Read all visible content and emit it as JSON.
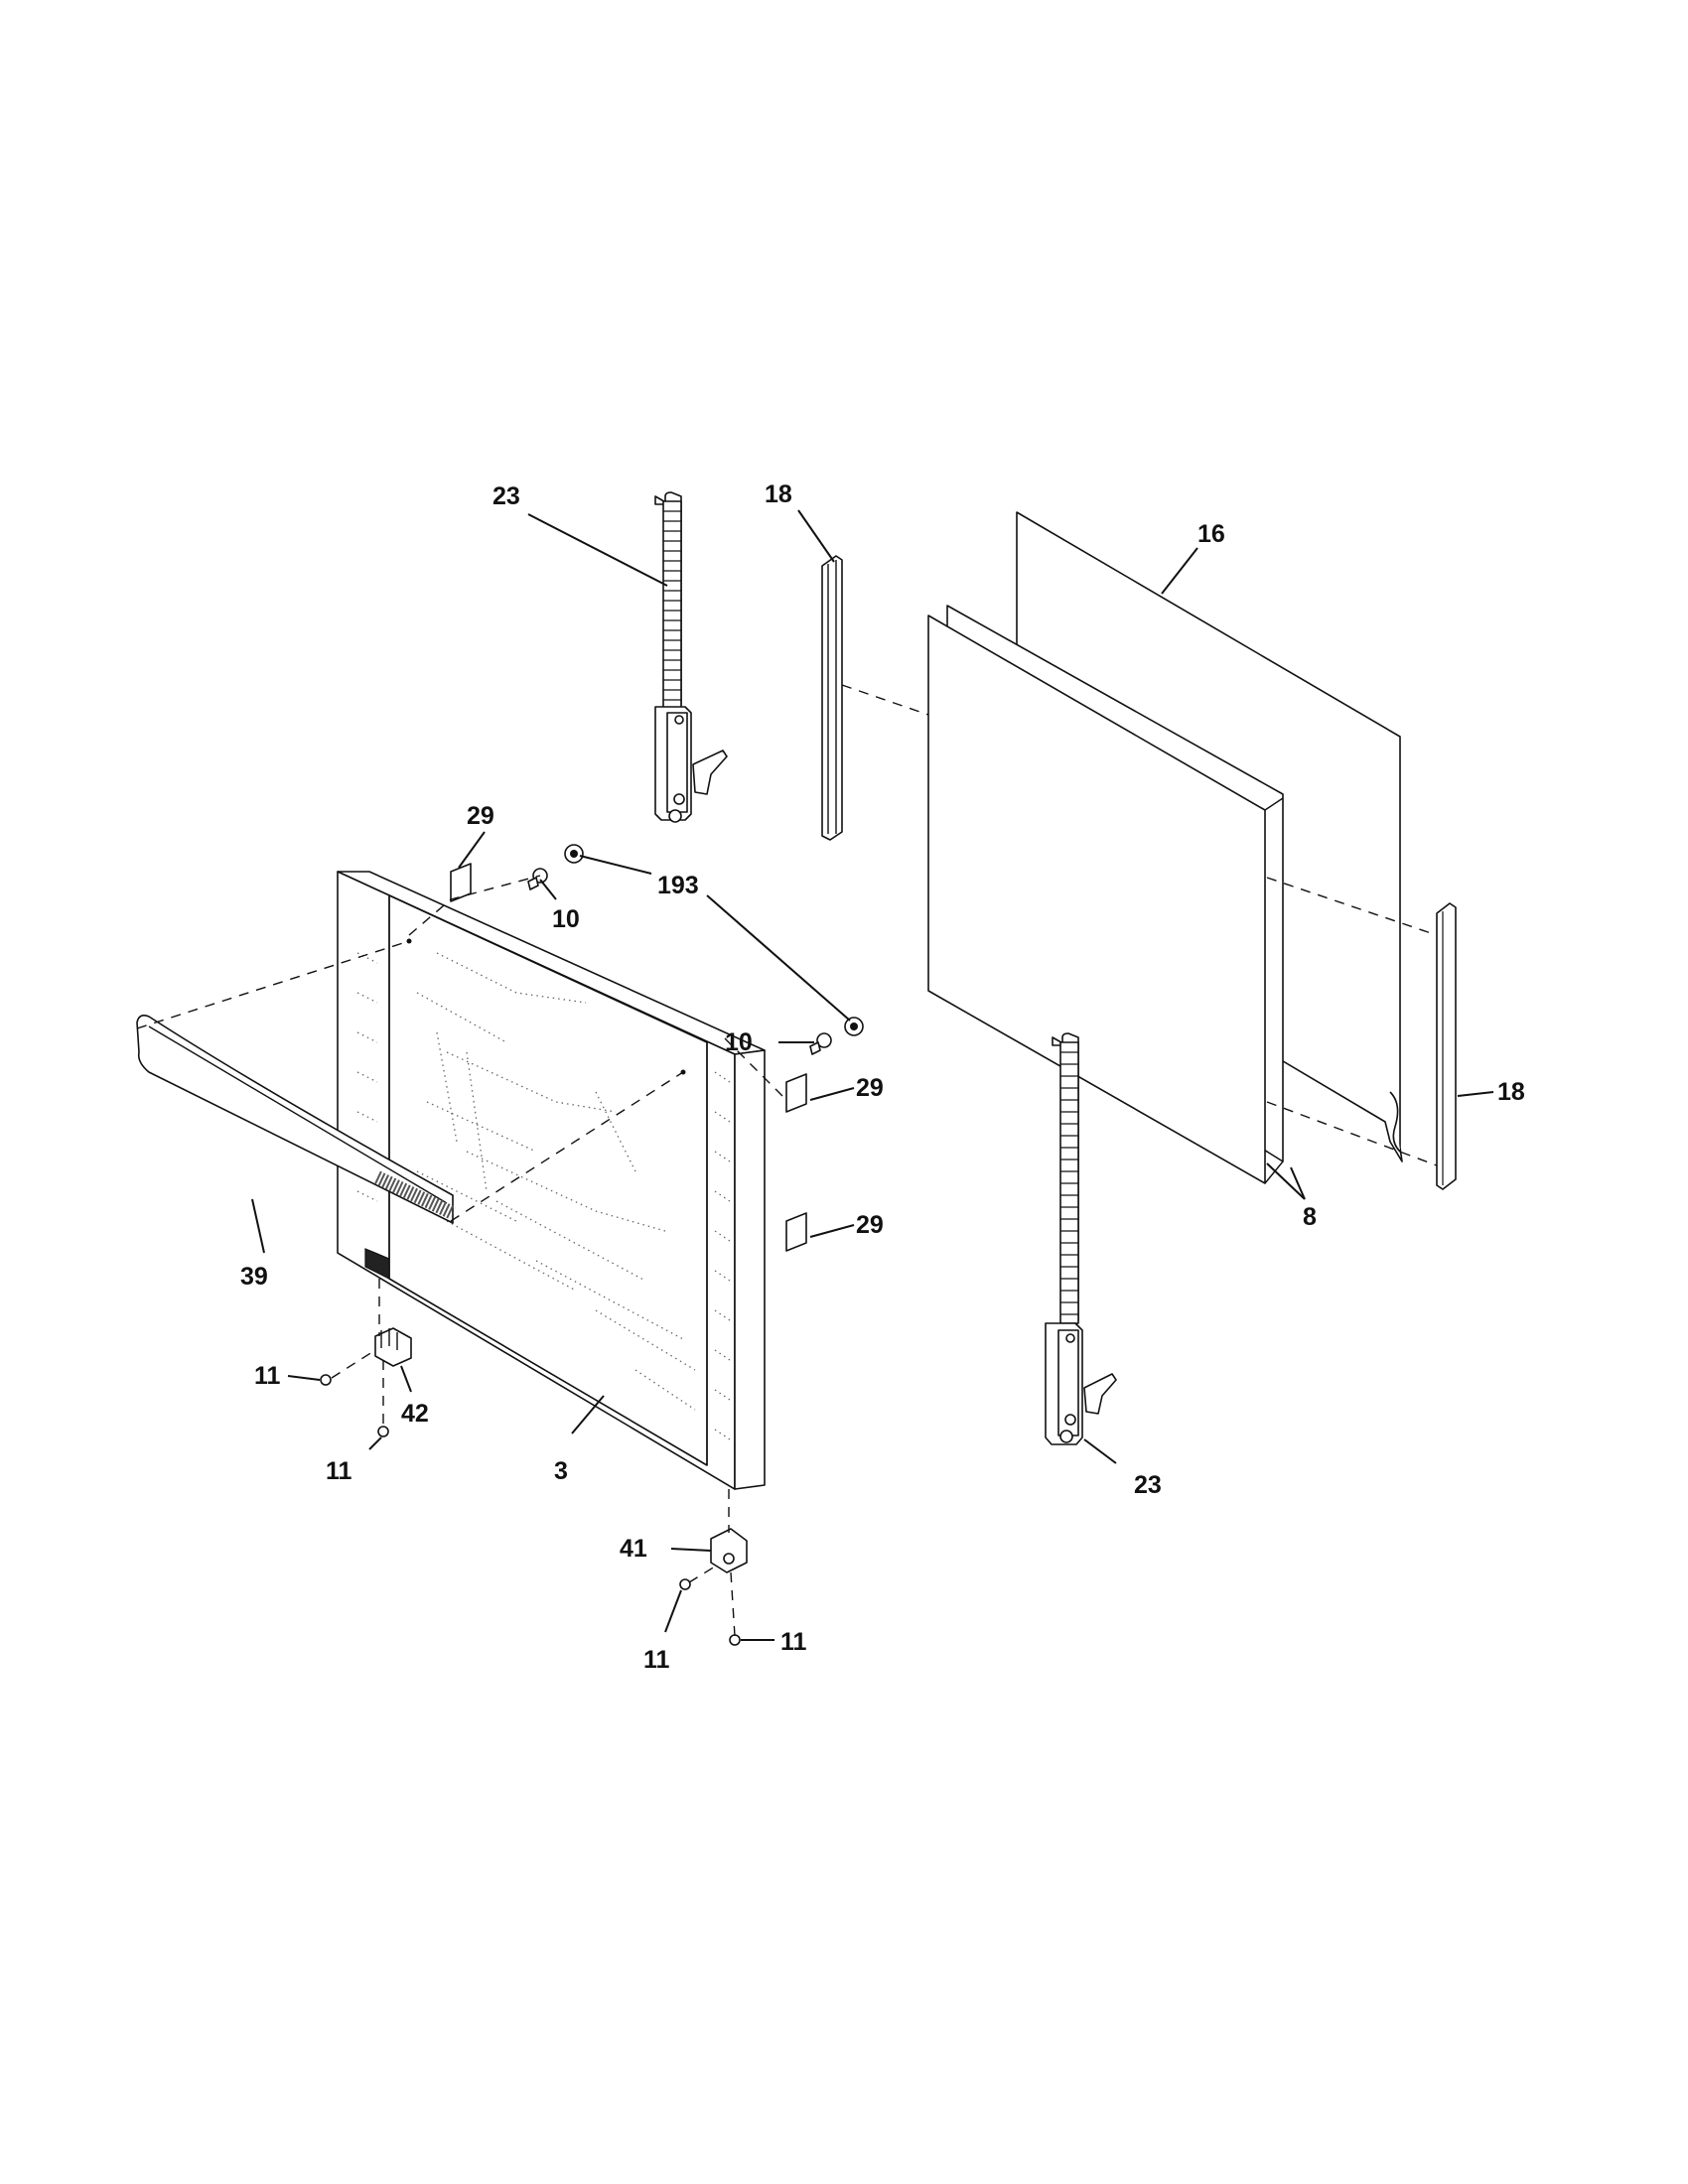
{
  "diagram": {
    "callouts": {
      "c23_top": "23",
      "c18_left": "18",
      "c16": "16",
      "c29_top": "29",
      "c10_top": "10",
      "c193": "193",
      "c10_mid": "10",
      "c29_mid": "29",
      "c29_low": "29",
      "c18_right": "18",
      "c8": "8",
      "c39": "39",
      "c11_left": "11",
      "c42": "42",
      "c11_bottom_left": "11",
      "c3": "3",
      "c23_bottom": "23",
      "c41": "41",
      "c11_hinge_left": "11",
      "c11_hinge_right": "11"
    }
  }
}
